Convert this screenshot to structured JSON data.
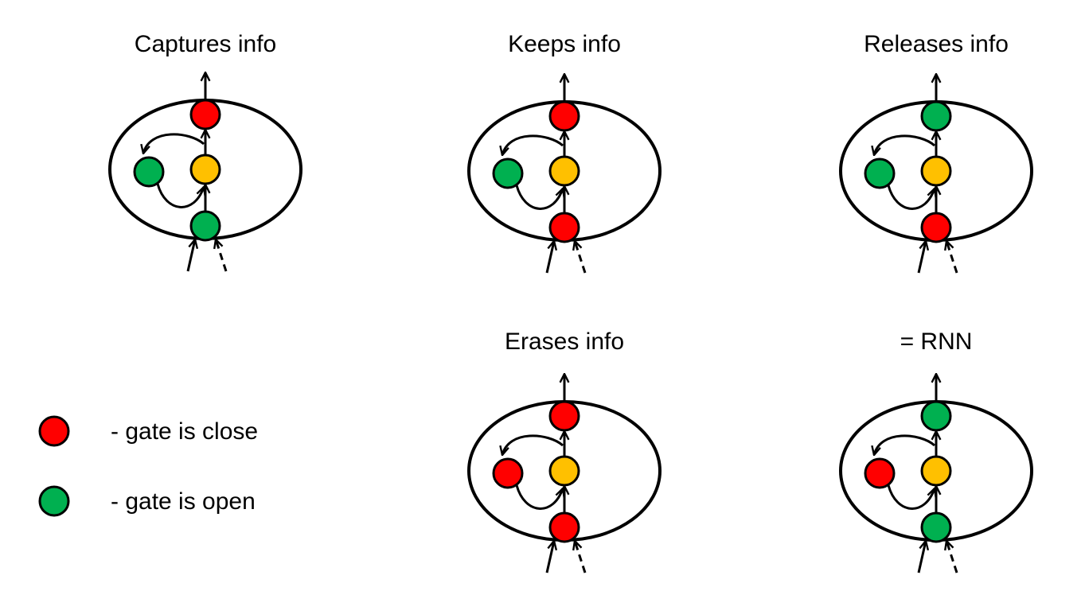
{
  "colors": {
    "closed": "#ff0000",
    "open": "#00b050",
    "cell": "#ffc000",
    "stroke": "#000000"
  },
  "panels": [
    {
      "title": "Captures info",
      "memory_gate": "open",
      "input_gate": "open",
      "output_gate": "closed"
    },
    {
      "title": "Keeps info",
      "memory_gate": "open",
      "input_gate": "closed",
      "output_gate": "closed"
    },
    {
      "title": "Releases info",
      "memory_gate": "open",
      "input_gate": "closed",
      "output_gate": "open"
    },
    {
      "title": "Erases info",
      "memory_gate": "closed",
      "input_gate": "closed",
      "output_gate": "closed"
    },
    {
      "title": "= RNN",
      "memory_gate": "closed",
      "input_gate": "open",
      "output_gate": "open"
    }
  ],
  "legend": [
    {
      "state": "closed",
      "label": "- gate is close"
    },
    {
      "state": "open",
      "label": "- gate is open"
    }
  ]
}
